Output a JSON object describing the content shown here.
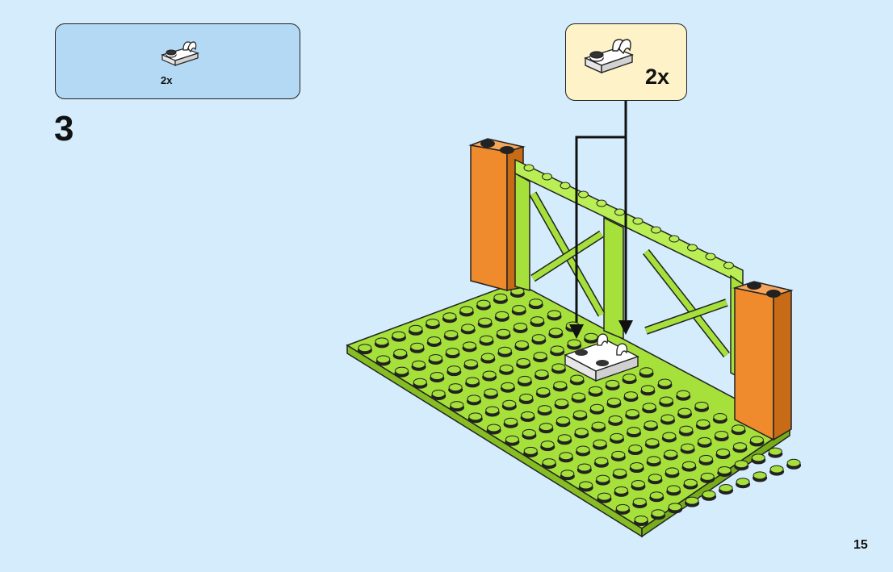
{
  "step": {
    "number": "3",
    "parts_list": {
      "quantity": "2x",
      "piece_icon": "plate-1x2-with-clip-icon"
    }
  },
  "callout": {
    "quantity": "2x",
    "piece_icon": "plate-1x2-with-clip-icon"
  },
  "page_number": "15",
  "colors": {
    "background": "#d4ecfb",
    "parts_box": "#b3d9f4",
    "callout_box": "#fdf2c8",
    "baseplate_lime": "#a6e03a",
    "brick_orange": "#ef8a2d",
    "new_piece_white": "#ffffff"
  }
}
